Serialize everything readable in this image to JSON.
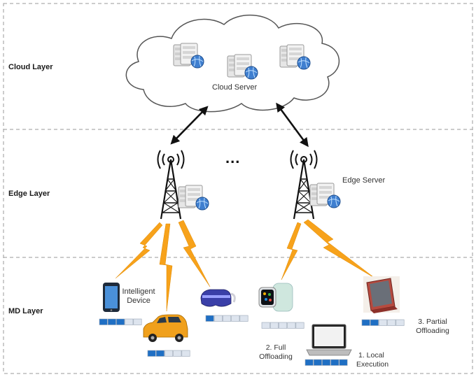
{
  "layers": {
    "cloud": "Cloud Layer",
    "edge": "Edge Layer",
    "md": "MD Layer"
  },
  "labels": {
    "cloud_server": "Cloud Server",
    "edge_server": "Edge Server",
    "ellipsis": "...",
    "intelligent_device_line1": "Intelligent",
    "intelligent_device_line2": "Device",
    "full_offloading_line1": "2. Full",
    "full_offloading_line2": "Offloading",
    "local_execution_line1": "1. Local",
    "local_execution_line2": "Execution",
    "partial_offloading_line1": "3. Partial",
    "partial_offloading_line2": "Offloading"
  },
  "task_bars": {
    "phone": {
      "filled": 3,
      "total": 5
    },
    "car": {
      "filled": 2,
      "total": 5
    },
    "vr_headset": {
      "filled": 1,
      "total": 5
    },
    "smartwatch": {
      "filled": 0,
      "total": 5
    },
    "laptop": {
      "filled": 5,
      "total": 5
    },
    "tablet": {
      "filled": 2,
      "total": 5
    }
  },
  "colors": {
    "task_filled": "#1f6fc4",
    "task_empty": "#dde4ee",
    "wireless_link": "#f7a21b",
    "arrow": "#111111",
    "divider": "#9a9a9a"
  }
}
